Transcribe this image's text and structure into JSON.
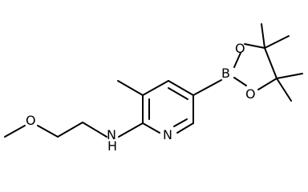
{
  "diagram": {
    "atoms": {
      "oxygen_methoxy": "O",
      "nitrogen_amine": "N",
      "hydrogen_amine": "H",
      "nitrogen_ring": "N",
      "boron": "B",
      "oxygen_ring_top": "O",
      "oxygen_ring_bottom": "O"
    }
  }
}
